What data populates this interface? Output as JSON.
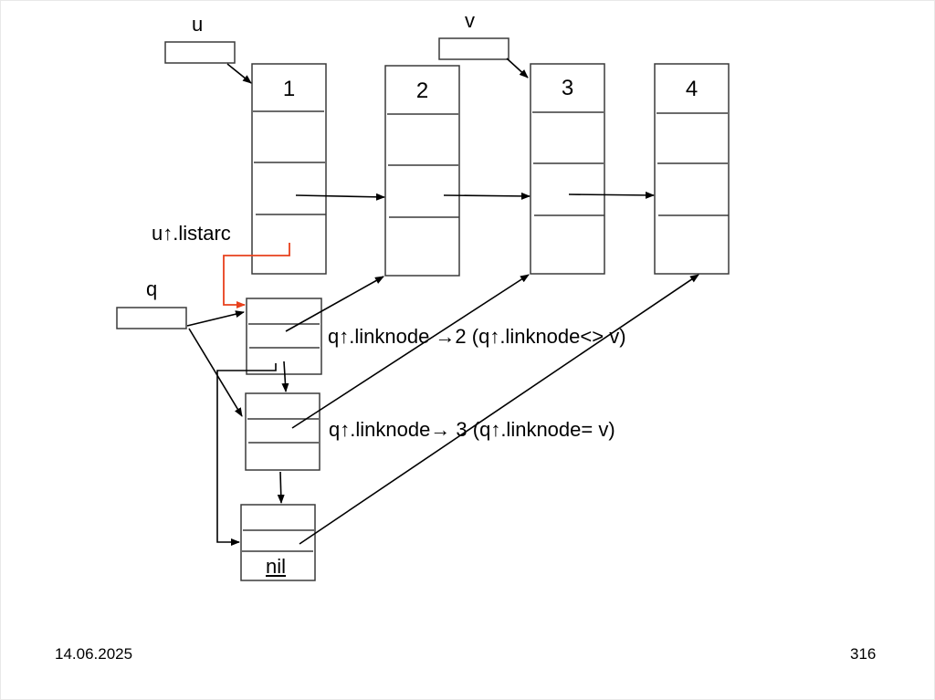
{
  "slide": {
    "footer": {
      "date": "14.06.2025",
      "page_number": "316"
    }
  },
  "diagram": {
    "pointer_vars": [
      {
        "id": "u",
        "label": "u",
        "points_to": "node-1"
      },
      {
        "id": "v",
        "label": "v",
        "points_to": "node-3"
      },
      {
        "id": "q",
        "label": "q",
        "points_to": [
          "arc-1",
          "arc-2",
          "arc-3"
        ]
      }
    ],
    "nodes": [
      {
        "id": "node-1",
        "label": "1",
        "next": "node-2"
      },
      {
        "id": "node-2",
        "label": "2",
        "next": "node-3"
      },
      {
        "id": "node-3",
        "label": "3",
        "next": "node-4"
      },
      {
        "id": "node-4",
        "label": "4"
      }
    ],
    "arcs": [
      {
        "id": "arc-1",
        "linknode": "node-2",
        "next": "arc-2"
      },
      {
        "id": "arc-2",
        "linknode": "node-3",
        "next": "arc-3"
      },
      {
        "id": "arc-3",
        "linknode": "node-4",
        "next": "nil",
        "nil_label": "nil"
      }
    ],
    "annotations": {
      "listarc": "u↑.listarc",
      "step1": "q↑.linknode →2 (q↑.linknode<> v)",
      "step2": "q↑.linknode→ 3 (q↑.linknode= v)"
    },
    "colors": {
      "stroke": "#3a3a3a",
      "arrow": "#000000",
      "highlight": "#e8401c"
    }
  }
}
